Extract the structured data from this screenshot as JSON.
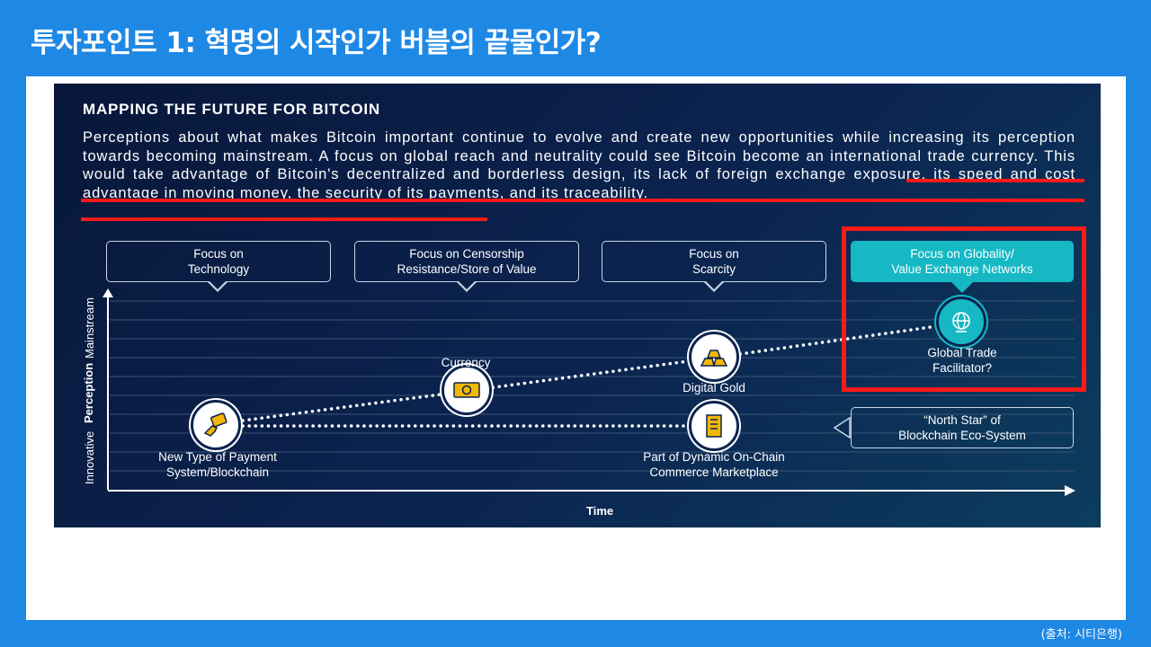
{
  "slide": {
    "title": "투자포인트 1: 혁명의 시작인가 버블의 끝물인가?",
    "source": "(출처: 시티은행)"
  },
  "infographic": {
    "heading": "MAPPING THE FUTURE FOR BITCOIN",
    "body": "Perceptions about what makes Bitcoin important continue to evolve and create new opportunities while increasing its perception towards becoming mainstream. A focus on global reach and neutrality could see Bitcoin become an international trade currency. This would take advantage of Bitcoin's decentralized and borderless design, its lack of foreign exchange exposure, its speed and cost advantage in moving money, the security of its payments, and its traceability.",
    "focus_boxes": [
      {
        "label": "Focus on\nTechnology"
      },
      {
        "label": "Focus on Censorship\nResistance/Store of Value"
      },
      {
        "label": "Focus on\nScarcity"
      },
      {
        "label": "Focus on Globality/\nValue Exchange Networks"
      }
    ],
    "y_axis": {
      "title": "Perception",
      "low": "Innovative",
      "high": "Mainstream"
    },
    "x_axis": {
      "title": "Time"
    },
    "nodes": [
      {
        "label": "New Type of Payment\nSystem/Blockchain",
        "icon": "payment-hand-icon"
      },
      {
        "label": "Currency",
        "icon": "banknote-icon"
      },
      {
        "label": "Digital Gold",
        "icon": "gold-bars-icon"
      },
      {
        "label": "Global Trade\nFacilitator?",
        "icon": "globe-network-icon"
      },
      {
        "label": "Part of Dynamic On-Chain\nCommerce Marketplace",
        "icon": "building-icon"
      }
    ],
    "callout": "“North Star” of\nBlockchain Eco-System",
    "colors": {
      "background": "#0b2450",
      "teal": "#16b8c4",
      "highlight": "#ff1a1a",
      "slide_blue": "#1e88e5"
    }
  }
}
